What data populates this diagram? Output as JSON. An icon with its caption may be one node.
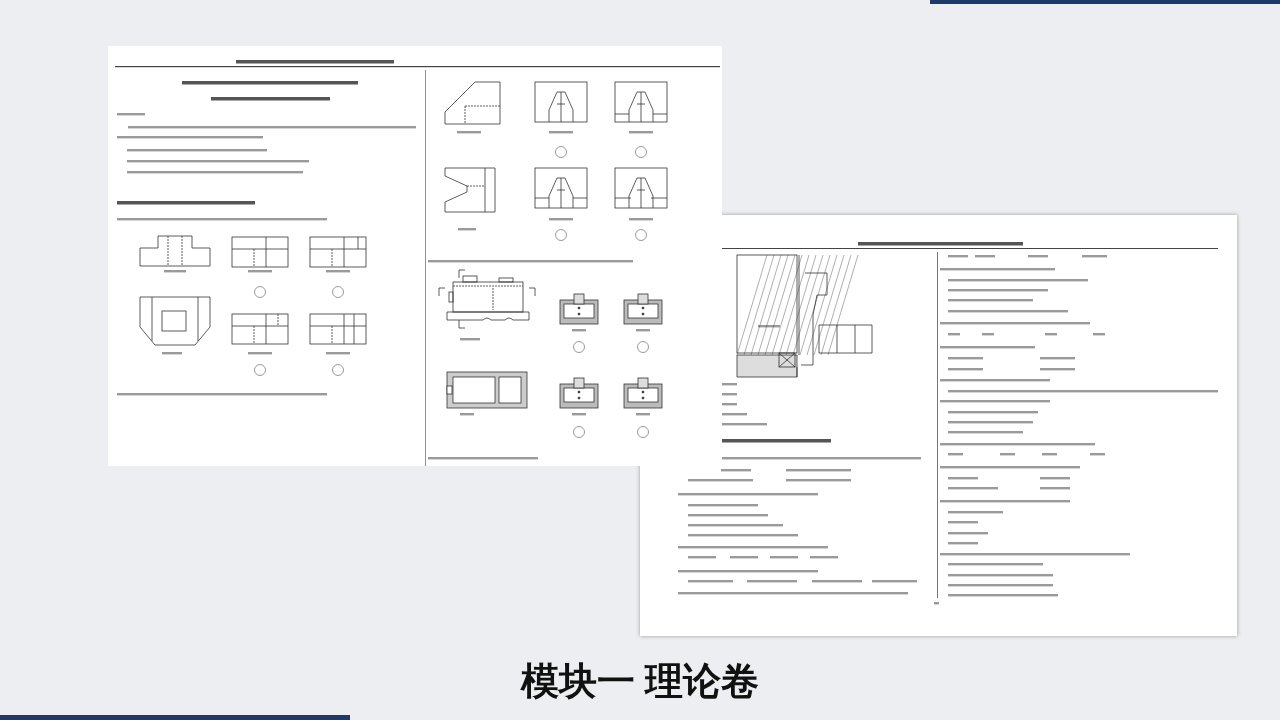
{
  "diagram": {
    "title": "模块一 理论卷",
    "nodes": [
      {
        "text": [],
        "shape": "picture"
      },
      {
        "text": [],
        "shape": "picture"
      }
    ]
  }
}
